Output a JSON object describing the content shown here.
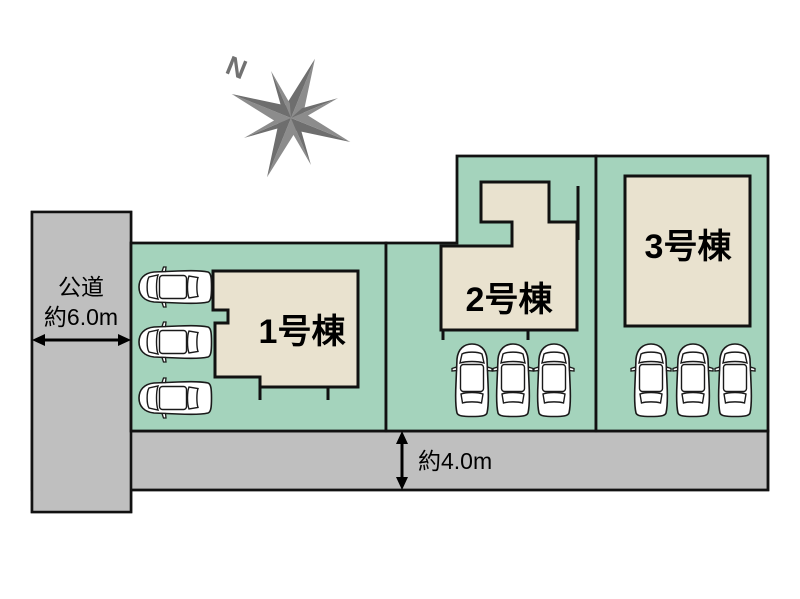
{
  "diagram": {
    "type": "site-plan",
    "title_text": "",
    "colors": {
      "lot_fill": "#a4d3bc",
      "building_fill": "#e9e2cf",
      "road_fill": "#bfbfbf",
      "outline": "#000000",
      "compass": "#727272",
      "background": "#ffffff"
    },
    "compass": {
      "north_label": "N",
      "rotation_deg": -28
    },
    "buildings": [
      {
        "id": "bldg-1",
        "label": "1号棟"
      },
      {
        "id": "bldg-2",
        "label": "2号棟"
      },
      {
        "id": "bldg-3",
        "label": "3号棟"
      }
    ],
    "roads": [
      {
        "id": "road-west",
        "name_label": "公道",
        "width_label": "約6.0m",
        "orientation": "vertical",
        "dimension_arrow": "horizontal"
      },
      {
        "id": "road-south",
        "name_label": "",
        "width_label": "約4.0m",
        "orientation": "horizontal",
        "dimension_arrow": "vertical"
      }
    ],
    "parking": {
      "lot_1": {
        "count": 3,
        "orientation": "horizontal"
      },
      "lot_2": {
        "count": 3,
        "orientation": "vertical"
      },
      "lot_3": {
        "count": 3,
        "orientation": "vertical"
      }
    }
  }
}
